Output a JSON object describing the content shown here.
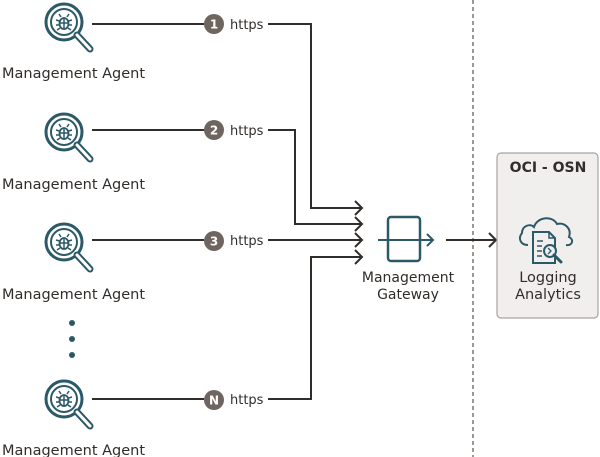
{
  "agents": [
    {
      "label": "Management Agent",
      "badge": "1",
      "protocol": "https"
    },
    {
      "label": "Management Agent",
      "badge": "2",
      "protocol": "https"
    },
    {
      "label": "Management Agent",
      "badge": "3",
      "protocol": "https"
    },
    {
      "label": "Management Agent",
      "badge": "N",
      "protocol": "https"
    }
  ],
  "ellipsis_icon": "vertical-ellipsis-icon",
  "agent_icon": "bug-magnifier-icon",
  "gateway": {
    "label_line1": "Management",
    "label_line2": "Gateway",
    "icon": "gateway-icon"
  },
  "osn": {
    "title": "OCI - OSN",
    "service_line1": "Logging",
    "service_line2": "Analytics",
    "icon": "cloud-document-search-icon"
  },
  "colors": {
    "icon_teal": "#2c5967",
    "line": "#312d2a",
    "badge": "#6f6560",
    "osn_fill": "#f1efed",
    "osn_border": "#a9a39e",
    "divider": "#9e9892"
  }
}
